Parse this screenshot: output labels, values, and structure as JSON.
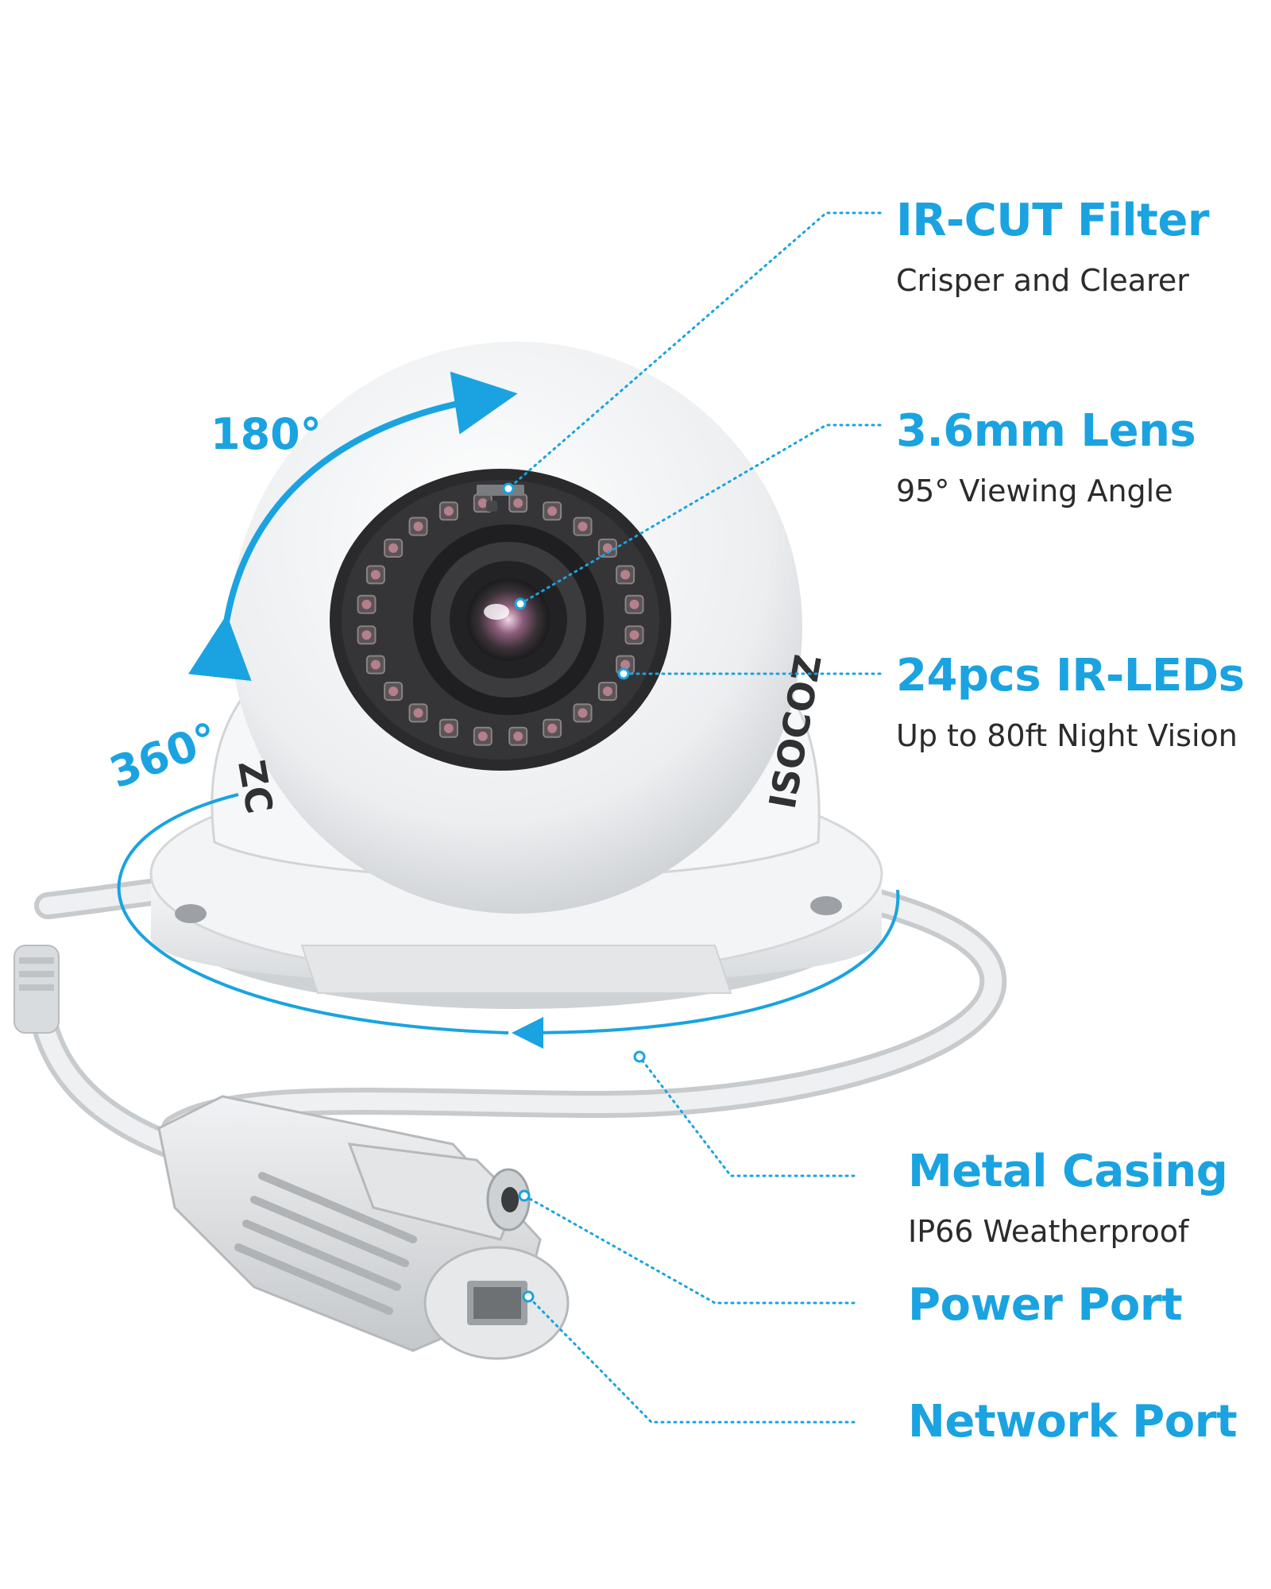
{
  "rotation": {
    "tilt_label": "180°",
    "pan_label": "360°"
  },
  "brand_text": "ISOCOZ",
  "features": [
    {
      "title": "IR-CUT Filter",
      "subtitle": "Crisper and Clearer"
    },
    {
      "title": "3.6mm Lens",
      "subtitle": "95° Viewing Angle"
    },
    {
      "title": "24pcs IR-LEDs",
      "subtitle": "Up to 80ft Night Vision"
    },
    {
      "title": "Metal Casing",
      "subtitle": "IP66 Weatherproof"
    },
    {
      "title": "Power Port",
      "subtitle": ""
    },
    {
      "title": "Network Port",
      "subtitle": ""
    }
  ],
  "colors": {
    "accent": "#1aa3e0",
    "text": "#2b2b2b",
    "camera_white": "#f2f3f4",
    "lens_dark": "#2a2a2d"
  }
}
